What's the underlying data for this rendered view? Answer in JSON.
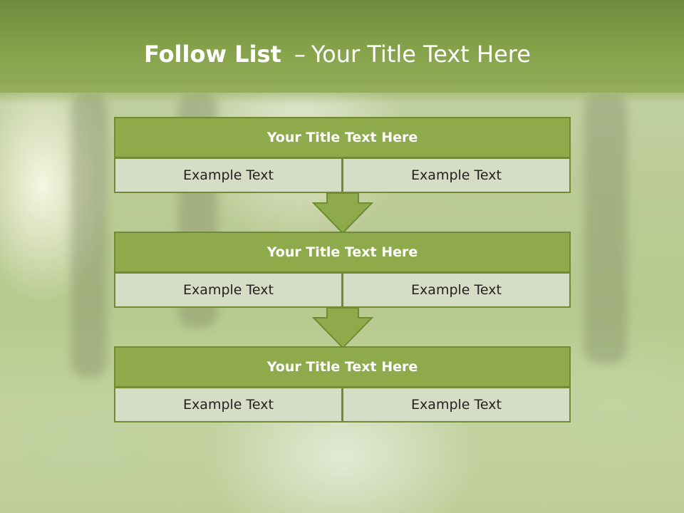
{
  "slide": {
    "title_bold": "Follow List",
    "title_separator": "–",
    "title_rest": "Your Title Text Here"
  },
  "steps": [
    {
      "title": "Your Title Text Here",
      "left": "Example Text",
      "right": "Example Text"
    },
    {
      "title": "Your Title Text Here",
      "left": "Example Text",
      "right": "Example Text"
    },
    {
      "title": "Your Title Text Here",
      "left": "Example Text",
      "right": "Example Text"
    }
  ],
  "colors": {
    "header_green": "#86a34b",
    "box_title_green": "#8faa4a",
    "box_border": "#6f8c34",
    "cell_fill": "#d5ddc6",
    "arrow_fill": "#8faa4a"
  },
  "icons": [
    "down-arrow-icon",
    "down-arrow-icon"
  ]
}
